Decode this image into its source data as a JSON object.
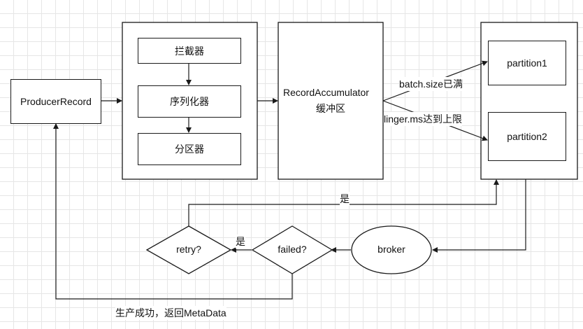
{
  "nodes": {
    "producer_record": "ProducerRecord",
    "interceptor": "拦截器",
    "serializer": "序列化器",
    "partitioner": "分区器",
    "accumulator_line1": "RecordAccumulator",
    "accumulator_line2": "缓冲区",
    "partition1": "partition1",
    "partition2": "partition2",
    "broker": "broker",
    "failed": "failed?",
    "retry": "retry?"
  },
  "edge_labels": {
    "batch_size": "batch.size已满",
    "linger_ms": "linger.ms达到上限",
    "retry_yes": "是",
    "failed_yes": "是",
    "success": "生产成功，返回MetaData"
  }
}
